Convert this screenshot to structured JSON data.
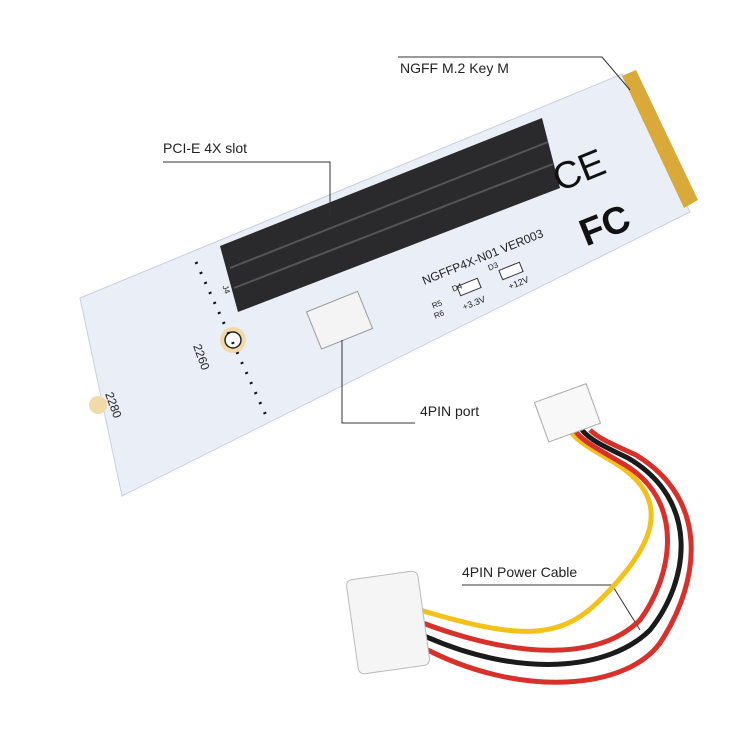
{
  "callouts": {
    "key_m": "NGFF M.2 Key M",
    "slot": "PCI-E 4X slot",
    "port": "4PIN port",
    "cable": "4PIN Power Cable"
  },
  "board": {
    "model": "NGFFP4X-N01 VER003",
    "led1": "D4",
    "led2": "D3",
    "v1": "+3.3V",
    "v2": "+12V",
    "r5": "R5",
    "r6": "R6",
    "j4": "J4",
    "len1": "2260",
    "len2": "2280",
    "ce": "CE",
    "fc": "FC"
  },
  "colors": {
    "board": "#e9eef7",
    "slot": "#2a2a2c",
    "gold": "#d9a93a",
    "yellow": "#f2c21a",
    "red": "#d8302a",
    "black": "#1b1b1b"
  }
}
